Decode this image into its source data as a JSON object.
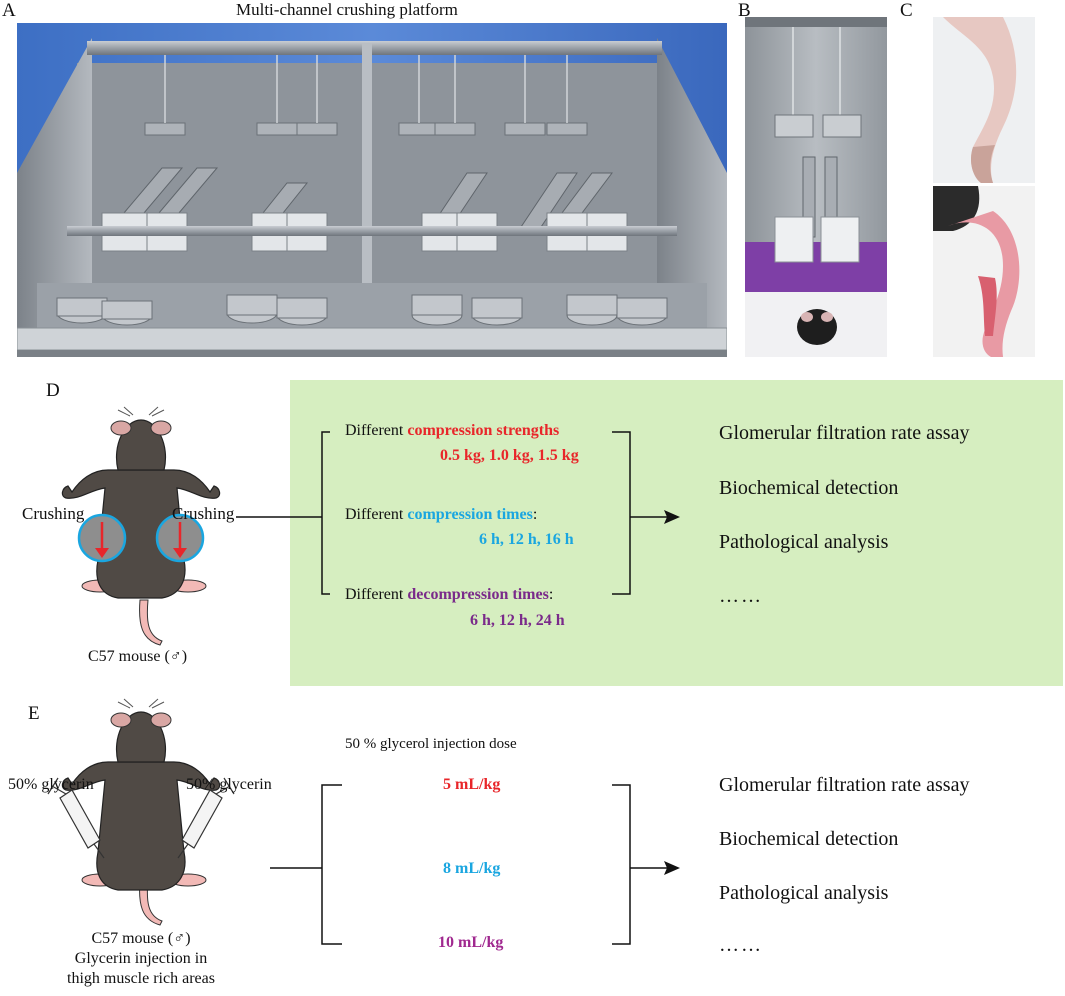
{
  "colors": {
    "strength_red": "#e8262a",
    "time_blue": "#1aa6e0",
    "decomp_purple": "#7a2a8a",
    "dose_purple": "#a0288f",
    "panel_d_bg": "#d6eec0",
    "panel_e_bg": "#f3f3b0"
  },
  "panel_a": {
    "letter": "A",
    "title": "Multi-channel crushing platform"
  },
  "panel_b": {
    "letter": "B"
  },
  "panel_c": {
    "letter": "C"
  },
  "panel_d": {
    "letter": "D",
    "crush_left": "Crushing",
    "crush_right": "Crushing",
    "mouse_caption": "C57 mouse (♂)",
    "row1_prefix": "Different ",
    "row1_key": "compression strengths",
    "row1_values": "0.5 kg, 1.0 kg, 1.5 kg",
    "row2_prefix": "Different ",
    "row2_key": "compression times",
    "row2_suffix": ":",
    "row2_values": "6 h, 12 h, 16 h",
    "row3_prefix": "Different ",
    "row3_key": "decompression times",
    "row3_suffix": ":",
    "row3_values": "6 h, 12 h, 24 h",
    "outcomes": [
      "Glomerular filtration rate assay",
      "Biochemical detection",
      "Pathological analysis",
      "……"
    ]
  },
  "panel_e": {
    "letter": "E",
    "inject_left": "50% glycerin",
    "inject_right": "50% glycerin",
    "mouse_caption_1": "C57 mouse (♂)",
    "mouse_caption_2": "Glycerin injection in",
    "mouse_caption_3": "thigh muscle rich areas",
    "dose_title": "50 % glycerol injection dose",
    "doses": [
      "5 mL/kg",
      "8 mL/kg",
      "10 mL/kg"
    ],
    "outcomes": [
      "Glomerular filtration rate assay",
      "Biochemical detection",
      "Pathological analysis",
      "……"
    ]
  }
}
